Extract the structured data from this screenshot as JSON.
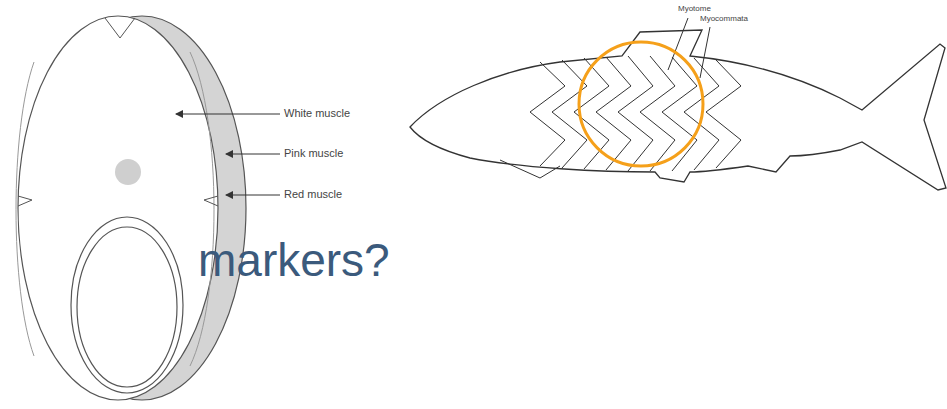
{
  "diagram": {
    "labels": [
      "White muscle",
      "Pink muscle",
      "Red muscle",
      "Myotome",
      "Myocommata",
      "markers?"
    ]
  }
}
